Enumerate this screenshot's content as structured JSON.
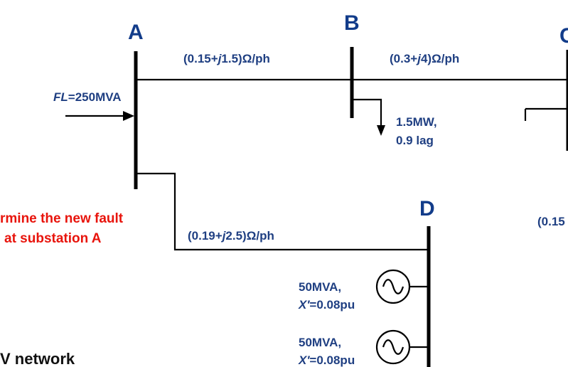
{
  "buses": {
    "a": "A",
    "b": "B",
    "c": "C",
    "d": "D"
  },
  "lines": {
    "ab": {
      "pre": "(0.15+",
      "j": "j",
      "post": "1.5)Ω/ph"
    },
    "bc": {
      "pre": "(0.3+",
      "j": "j",
      "post": "4)Ω/ph"
    },
    "ad": {
      "pre": "(0.19+",
      "j": "j",
      "post": "2.5)Ω/ph"
    },
    "cd_partial": "(0.15"
  },
  "fault_level": {
    "prefix": "FL",
    "value": "=250MVA"
  },
  "load": {
    "line1": "1.5MW,",
    "line2": "0.9 lag"
  },
  "generators": [
    {
      "rating": "50MVA,",
      "x_prefix": "X′",
      "x_value": "=0.08pu"
    },
    {
      "rating": "50MVA,",
      "x_prefix": "X′",
      "x_value": "=0.08pu"
    }
  ],
  "question": {
    "line1": "rmine the new fault",
    "line2": "at substation A"
  },
  "network_caption": "V network",
  "colors": {
    "label": "#1f3f82",
    "bus": "#123c8a",
    "question": "#e8140c",
    "lines": "#000000"
  }
}
